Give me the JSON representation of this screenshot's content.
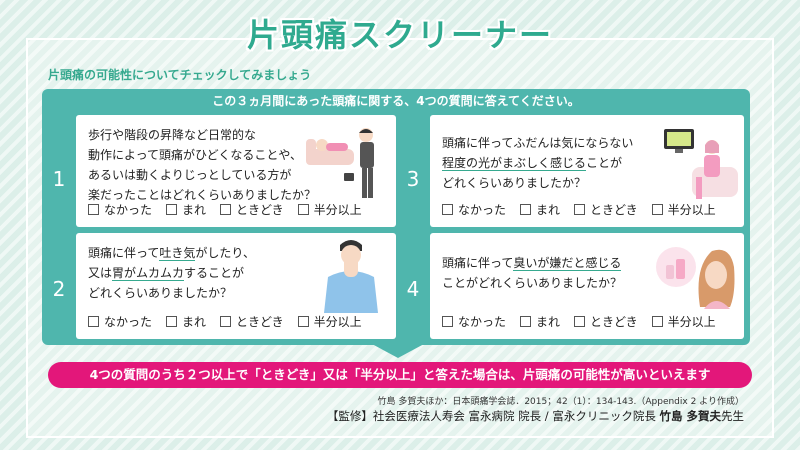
{
  "title": "片頭痛スクリーナー",
  "subtitle": "片頭痛の可能性についてチェックしてみましょう",
  "header": "この３ヵ月間にあった頭痛に関する、4つの質問に答えてください。",
  "questions": [
    {
      "number": "1",
      "lines": [
        "歩行や階段の昇降など日常的な",
        "動作によって頭痛がひどくなることや、",
        "あるいは動くよりじっとしている方が",
        "楽だったことはどれくらいありましたか？"
      ]
    },
    {
      "number": "2",
      "lines_parts": [
        [
          "頭痛に伴って",
          "吐き気",
          "がしたり、"
        ],
        [
          "又は",
          "胃がムカムカ",
          "することが"
        ],
        [
          "どれくらいありましたか？",
          "",
          ""
        ]
      ]
    },
    {
      "number": "3",
      "lines_parts": [
        [
          "頭痛に伴って",
          "ふだんは気にならない",
          ""
        ],
        [
          "程度の光がまぶしく感じる",
          "",
          "ことが"
        ],
        [
          "どれくらいありましたか？",
          "",
          ""
        ]
      ]
    },
    {
      "number": "4",
      "lines_parts": [
        [
          "頭痛に伴って",
          "臭いが嫌だと感じる",
          ""
        ],
        [
          "ことがどれくらいありましたか？",
          "",
          ""
        ]
      ]
    }
  ],
  "options": [
    "なかった",
    "まれ",
    "ときどき",
    "半分以上"
  ],
  "banner": "4つの質問のうち２つ以上で「ときどき」又は「半分以上」と答えた場合は、片頭痛の可能性が高いといえます",
  "reference": "竹島 多賀夫ほか：日本頭痛学会誌．2015；42（1）：134-143.（Appendix 2 より作成）",
  "supervisor": {
    "prefix": "【監修】社会医療法人寿会 富永病院 院長 / 富永クリニック院長 ",
    "name": "竹島 多賀夫",
    "suffix": "先生"
  },
  "colors": {
    "accent": "#4fb6ad",
    "title": "#2faa8f",
    "banner": "#e3177a"
  }
}
